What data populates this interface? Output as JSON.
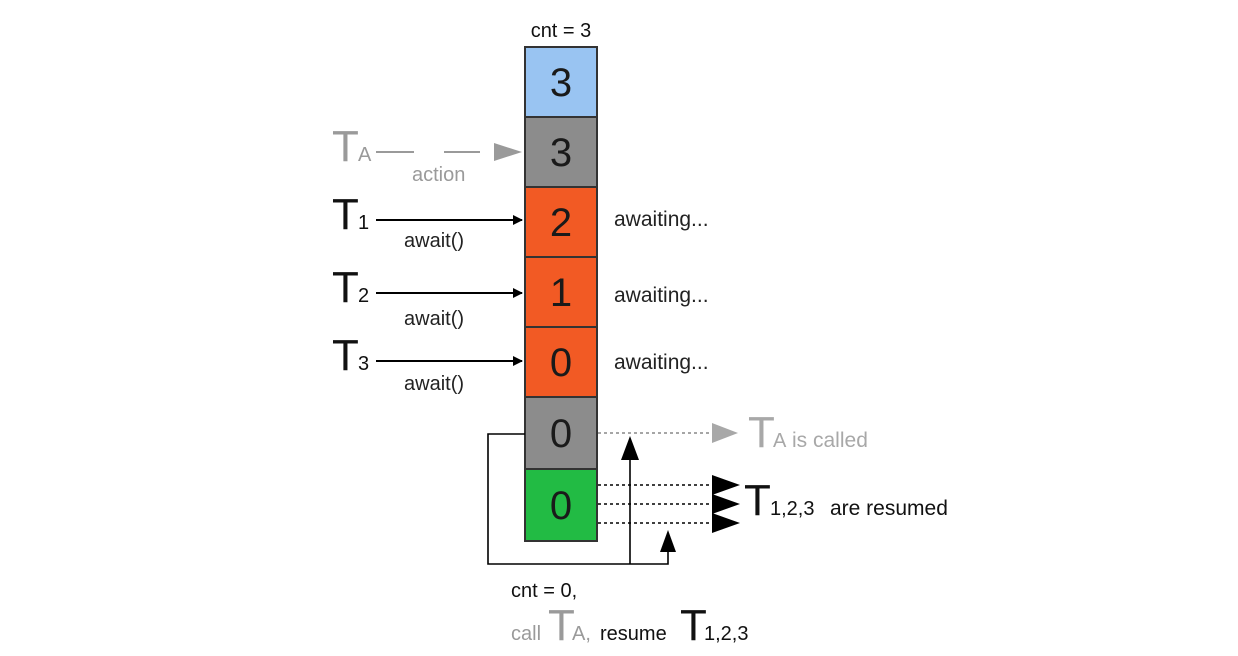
{
  "counter": {
    "top_label": "cnt = 3"
  },
  "cells": [
    {
      "value": "3",
      "color": "#99c4f2"
    },
    {
      "value": "3",
      "color": "#8c8c8c"
    },
    {
      "value": "2",
      "color": "#f25a24"
    },
    {
      "value": "1",
      "color": "#f25a24"
    },
    {
      "value": "0",
      "color": "#f25a24"
    },
    {
      "value": "0",
      "color": "#8c8c8c"
    },
    {
      "value": "0",
      "color": "#22bb44"
    }
  ],
  "action_thread": {
    "letter": "T",
    "subscript": "A",
    "label": "action",
    "color": "#9a9a9a"
  },
  "threads": [
    {
      "letter": "T",
      "subscript": "1",
      "label": "await()",
      "status": "awaiting..."
    },
    {
      "letter": "T",
      "subscript": "2",
      "label": "await()",
      "status": "awaiting..."
    },
    {
      "letter": "T",
      "subscript": "3",
      "label": "await()",
      "status": "awaiting..."
    }
  ],
  "outcomes": {
    "ta_called": {
      "letter": "T",
      "subscript": "A",
      "text": "is called",
      "color": "#a8a8a8"
    },
    "resumed": {
      "letter": "T",
      "subscript": "1,2,3",
      "text": "are resumed"
    }
  },
  "footer": {
    "line1": "cnt = 0,",
    "call_word": "call",
    "ta_letter": "T",
    "ta_subscript": "A,",
    "resume_word": "resume",
    "t_letter": "T",
    "t_subscript": "1,2,3"
  }
}
